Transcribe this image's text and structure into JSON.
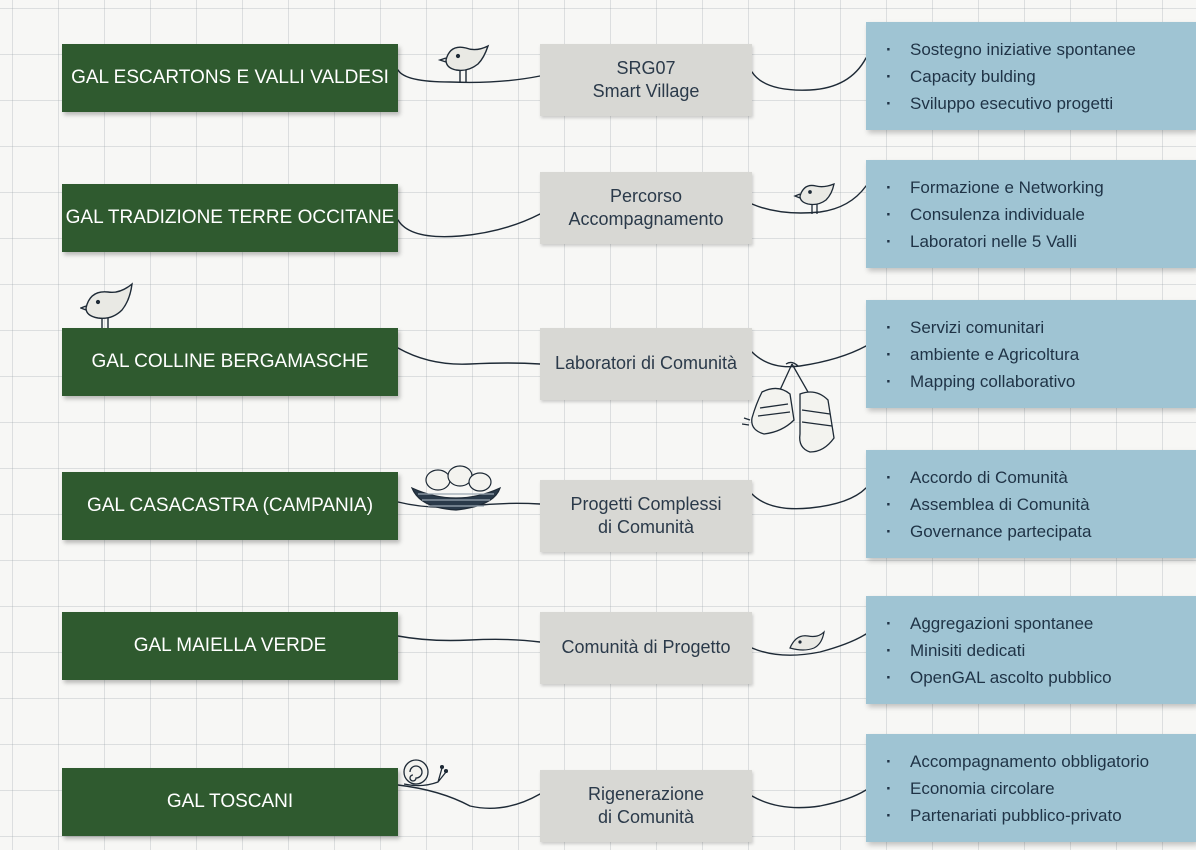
{
  "rows": [
    {
      "gal": "GAL ESCARTONS E VALLI VALDESI",
      "mid": [
        "SRG07",
        "Smart Village"
      ],
      "bullets": [
        "Sostegno iniziative spontanee",
        "Capacity bulding",
        "Sviluppo esecutivo progetti"
      ]
    },
    {
      "gal": "GAL TRADIZIONE TERRE OCCITANE",
      "mid": [
        "Percorso",
        "Accompagnamento"
      ],
      "bullets": [
        "Formazione e Networking",
        "Consulenza individuale",
        "Laboratori nelle 5 Valli"
      ]
    },
    {
      "gal": "GAL COLLINE BERGAMASCHE",
      "mid": [
        "Laboratori di Comunità",
        ""
      ],
      "bullets": [
        "Servizi comunitari",
        "ambiente e Agricoltura",
        "Mapping collaborativo"
      ]
    },
    {
      "gal": "GAL CASACASTRA (CAMPANIA)",
      "mid": [
        "Progetti Complessi",
        "di Comunità"
      ],
      "bullets": [
        "Accordo di Comunità",
        "Assemblea di Comunità",
        "Governance partecipata"
      ]
    },
    {
      "gal": "GAL MAIELLA VERDE",
      "mid": [
        "Comunità di Progetto",
        ""
      ],
      "bullets": [
        "Aggregazioni spontanee",
        "Minisiti dedicati",
        "OpenGAL ascolto pubblico"
      ]
    },
    {
      "gal": "GAL TOSCANI",
      "mid": [
        "Rigenerazione",
        "di Comunità"
      ],
      "bullets": [
        "Accompagnamento obbligatorio",
        "Economia circolare",
        "Partenariati pubblico-privato"
      ]
    }
  ],
  "doodles": [
    "bird-icon",
    "bird-icon",
    "bird-icon",
    "sneakers-icon",
    "nest-icon",
    "bird-icon",
    "snail-icon"
  ],
  "colors": {
    "gal_box": "#2f5a2f",
    "middle_box": "#d8d8d4",
    "bullet_box": "#9fc4d3",
    "grid_background": "#f7f7f5"
  }
}
